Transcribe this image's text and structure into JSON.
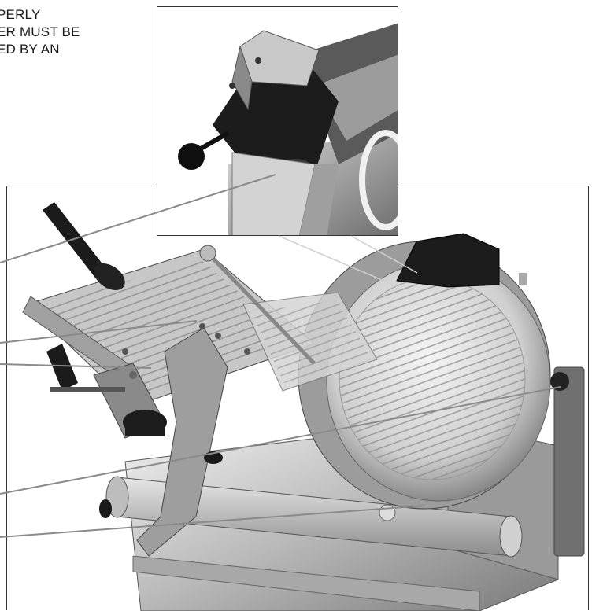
{
  "warning": {
    "lines": [
      "PERLY",
      "ER MUST BE",
      "ED BY AN"
    ]
  },
  "figure": {
    "main_photo": "meat-slicer",
    "inset_photo": "sharpener-knob-detail",
    "callouts": 5
  }
}
